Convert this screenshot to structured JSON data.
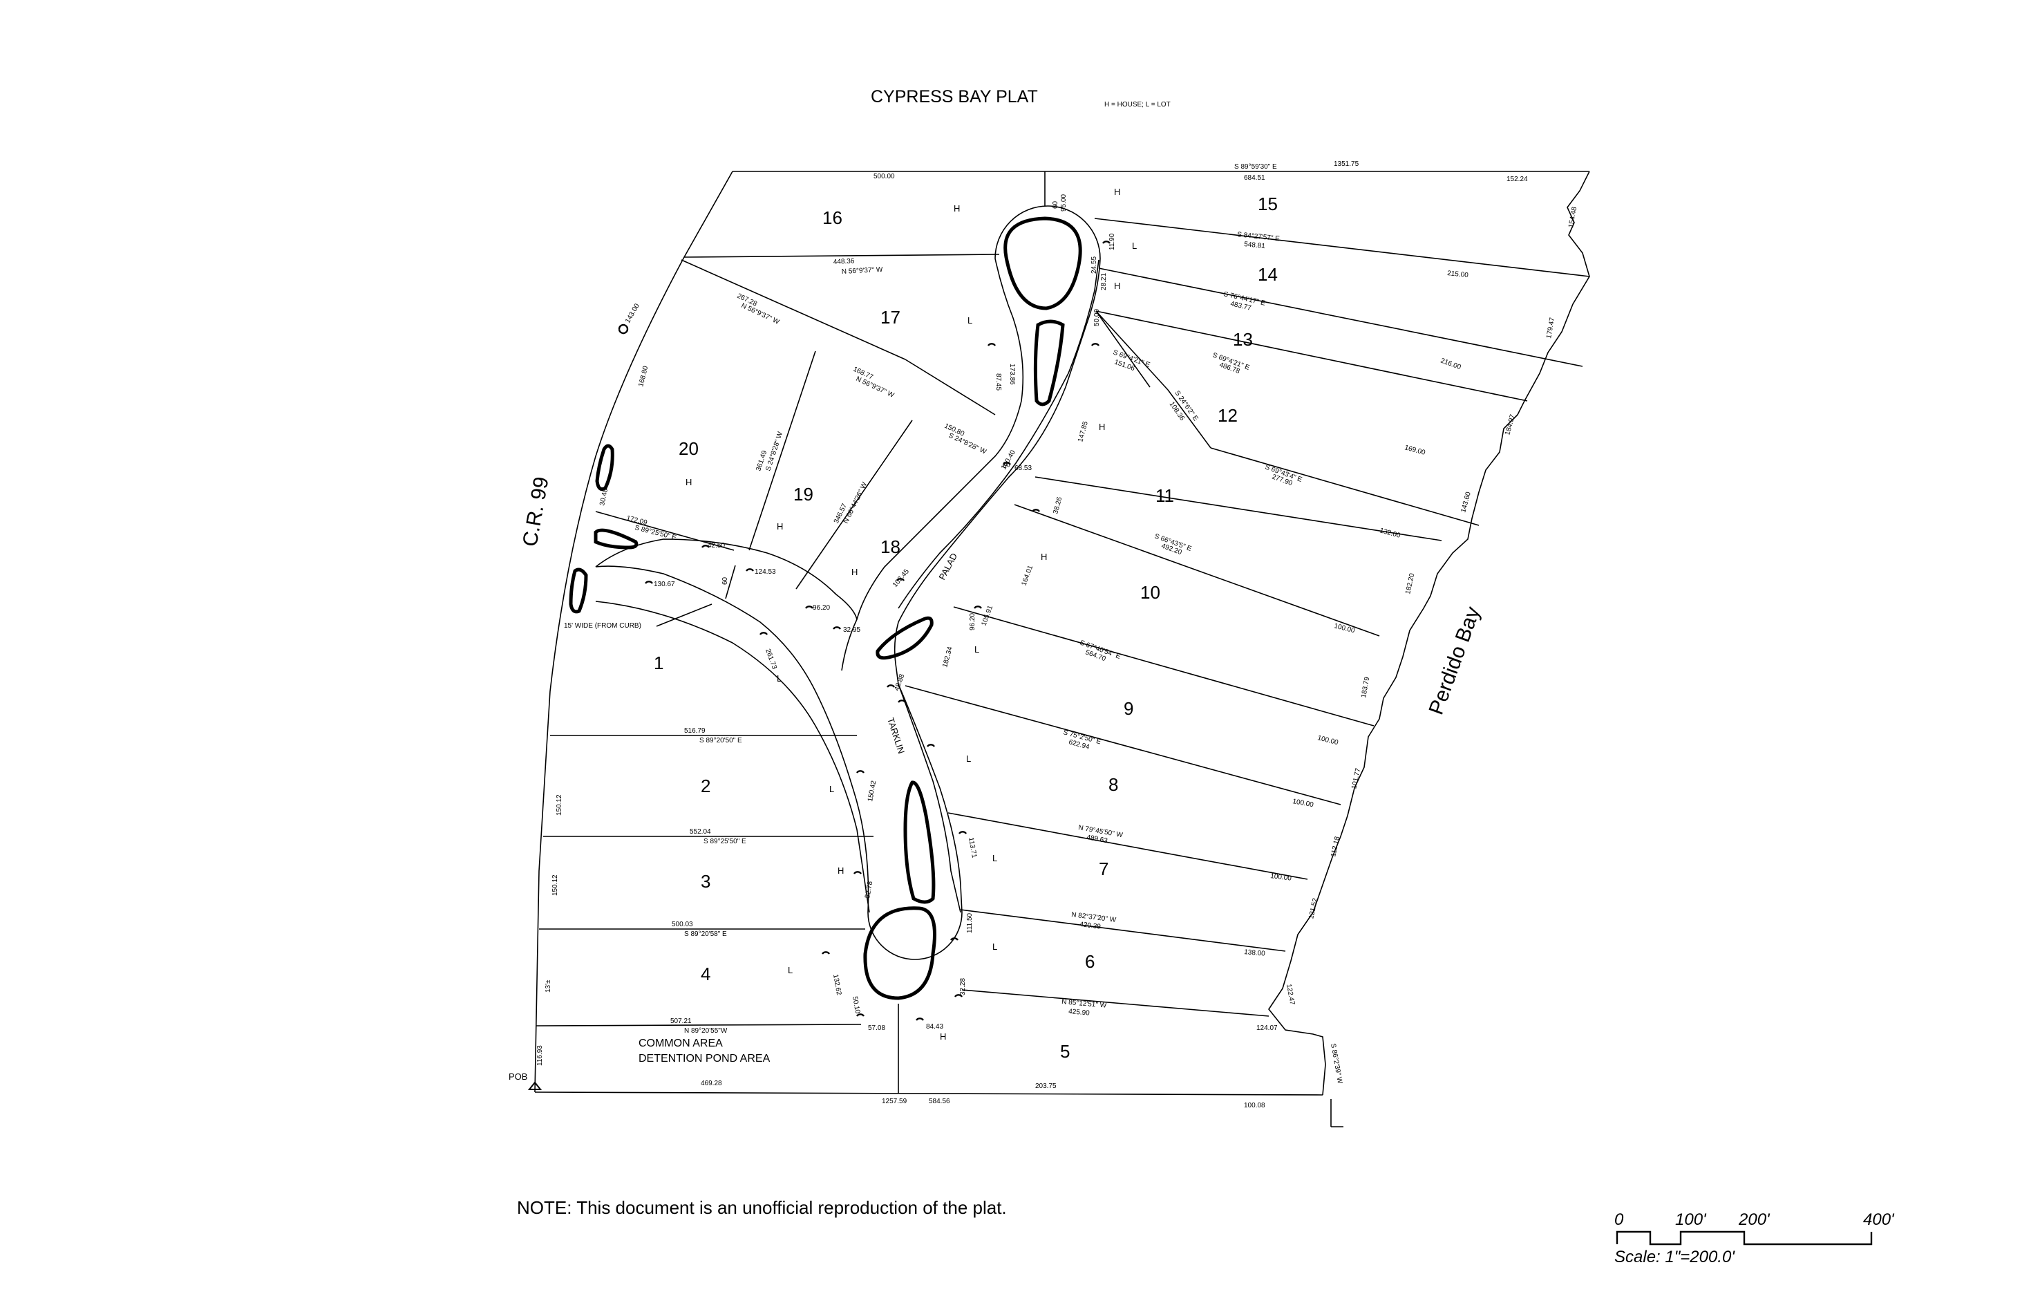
{
  "title": "CYPRESS BAY PLAT",
  "legend": "H = HOUSE;  L = LOT",
  "road_label": "C.R. 99",
  "bay_label": "Perdido Bay",
  "street_1": "PALAD",
  "street_2": "TARKLIN",
  "buffer_note": "15' WIDE (FROM CURB)",
  "pob_label": "POB",
  "common_area_1": "COMMON AREA",
  "common_area_2": "DETENTION POND AREA",
  "note": "NOTE:  This document is an unofficial reproduction of the plat.",
  "scale": {
    "ticks": [
      "0",
      "100'",
      "200'",
      "400'"
    ],
    "label": "Scale:  1\"=200.0'"
  },
  "lots": [
    "1",
    "2",
    "3",
    "4",
    "5",
    "6",
    "7",
    "8",
    "9",
    "10",
    "11",
    "12",
    "13",
    "14",
    "15",
    "16",
    "17",
    "18",
    "19",
    "20"
  ],
  "markers": {
    "house": "H",
    "lot": "L"
  },
  "bearings": [
    "S 89°59'30\" E",
    "684.51",
    "1351.75",
    "500.00",
    "152.24",
    "154.48",
    "S 84°27'57\" E",
    "548.81",
    "215.00",
    "S 76°44'17\" E",
    "483.77",
    "179.47",
    "S 69°4'21\" E",
    "151.06",
    "S 69°4'21\" E",
    "486.78",
    "216.00",
    "S 24°6'2\" E",
    "108.36",
    "184.97",
    "169.00",
    "S 69°43'4\" E",
    "277.90",
    "132.00",
    "143.60",
    "S 66°43'5\" E",
    "492.20",
    "182.20",
    "S 67°40'54\" E",
    "564.70",
    "100.00",
    "183.79",
    "S 75°2'50\" E",
    "622.94",
    "100.00",
    "101.77",
    "N 79°45'50\" W",
    "489.63",
    "100.00",
    "112.18",
    "N 82°37'20\" W",
    "420.39",
    "100.00",
    "121.52",
    "N 85°12'51\" W",
    "425.90",
    "138.00",
    "124.07",
    "122.47",
    "S 86°2'39\" W",
    "448.36",
    "N 56°9'37\" W",
    "267.28",
    "N 56°9'37\" W",
    "168.77",
    "N 56°9'37\" W",
    "150.80",
    "S 24°8'28\" W",
    "361.49",
    "S 24°8'28\" W",
    "346.57",
    "N 66°44'26\" W",
    "172.09",
    "S 89°25'50\" E",
    "516.79",
    "S 89°20'50\" E",
    "552.04",
    "S 89°25'50\" E",
    "500.03",
    "S 89°20'58\" E",
    "507.21",
    "N 89°20'55\"W",
    "1257.59",
    "584.56",
    "469.28",
    "203.75",
    "100.08",
    "116.93",
    "150.12",
    "150.12",
    "13'±"
  ],
  "curve_labels": [
    "143.00",
    "168.80",
    "30.48",
    "42.50",
    "124.53",
    "130.67",
    "96.20",
    "32.95",
    "102.45",
    "100.40",
    "173.86",
    "147.85",
    "95.00",
    "261.73",
    "11.90",
    "87.45",
    "60",
    "48.88",
    "164.01",
    "105.91",
    "182.34",
    "38.26",
    "150.42",
    "52.78",
    "113.71",
    "111.50",
    "132.62",
    "57.08",
    "84.43",
    "50.10",
    "32.28",
    "24.55",
    "28.21",
    "50.00",
    "60",
    "60",
    "68.53",
    "96.20"
  ]
}
